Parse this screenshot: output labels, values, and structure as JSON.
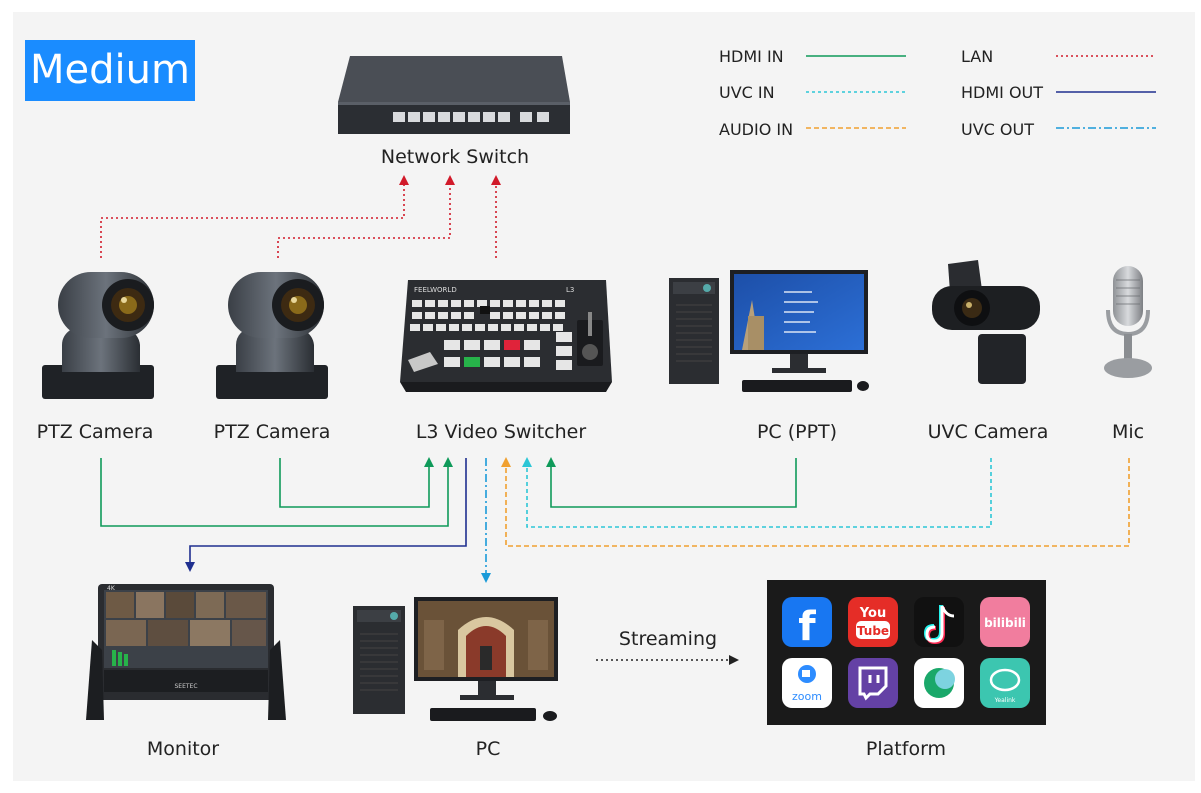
{
  "title": "Medium",
  "legend": {
    "hdmi_in": "HDMI IN",
    "uvc_in": "UVC IN",
    "audio_in": "AUDIO IN",
    "lan": "LAN",
    "hdmi_out": "HDMI OUT",
    "uvc_out": "UVC OUT"
  },
  "colors": {
    "hdmi_in": "#0f9a5a",
    "uvc_in": "#2cc6d6",
    "audio_in": "#f0a030",
    "lan": "#d11a2a",
    "hdmi_out": "#1f2f8f",
    "uvc_out": "#1a9ad8",
    "badge": "#1a8cff"
  },
  "devices": {
    "network_switch": "Network Switch",
    "ptz_camera_1": "PTZ Camera",
    "ptz_camera_2": "PTZ Camera",
    "video_switcher": "L3 Video Switcher",
    "pc_ppt": "PC (PPT)",
    "uvc_camera": "UVC Camera",
    "mic": "Mic",
    "monitor": "Monitor",
    "pc": "PC",
    "platform": "Platform"
  },
  "streaming_label": "Streaming",
  "switcher_brand": "FEELWORLD",
  "switcher_model": "L3",
  "monitor_brand": "SEETEC",
  "monitor_badge": "4K",
  "platform_apps": [
    "facebook",
    "YouTube",
    "TikTok",
    "bilibili",
    "zoom",
    "twitch",
    "CloudMeet",
    "Yealink"
  ]
}
